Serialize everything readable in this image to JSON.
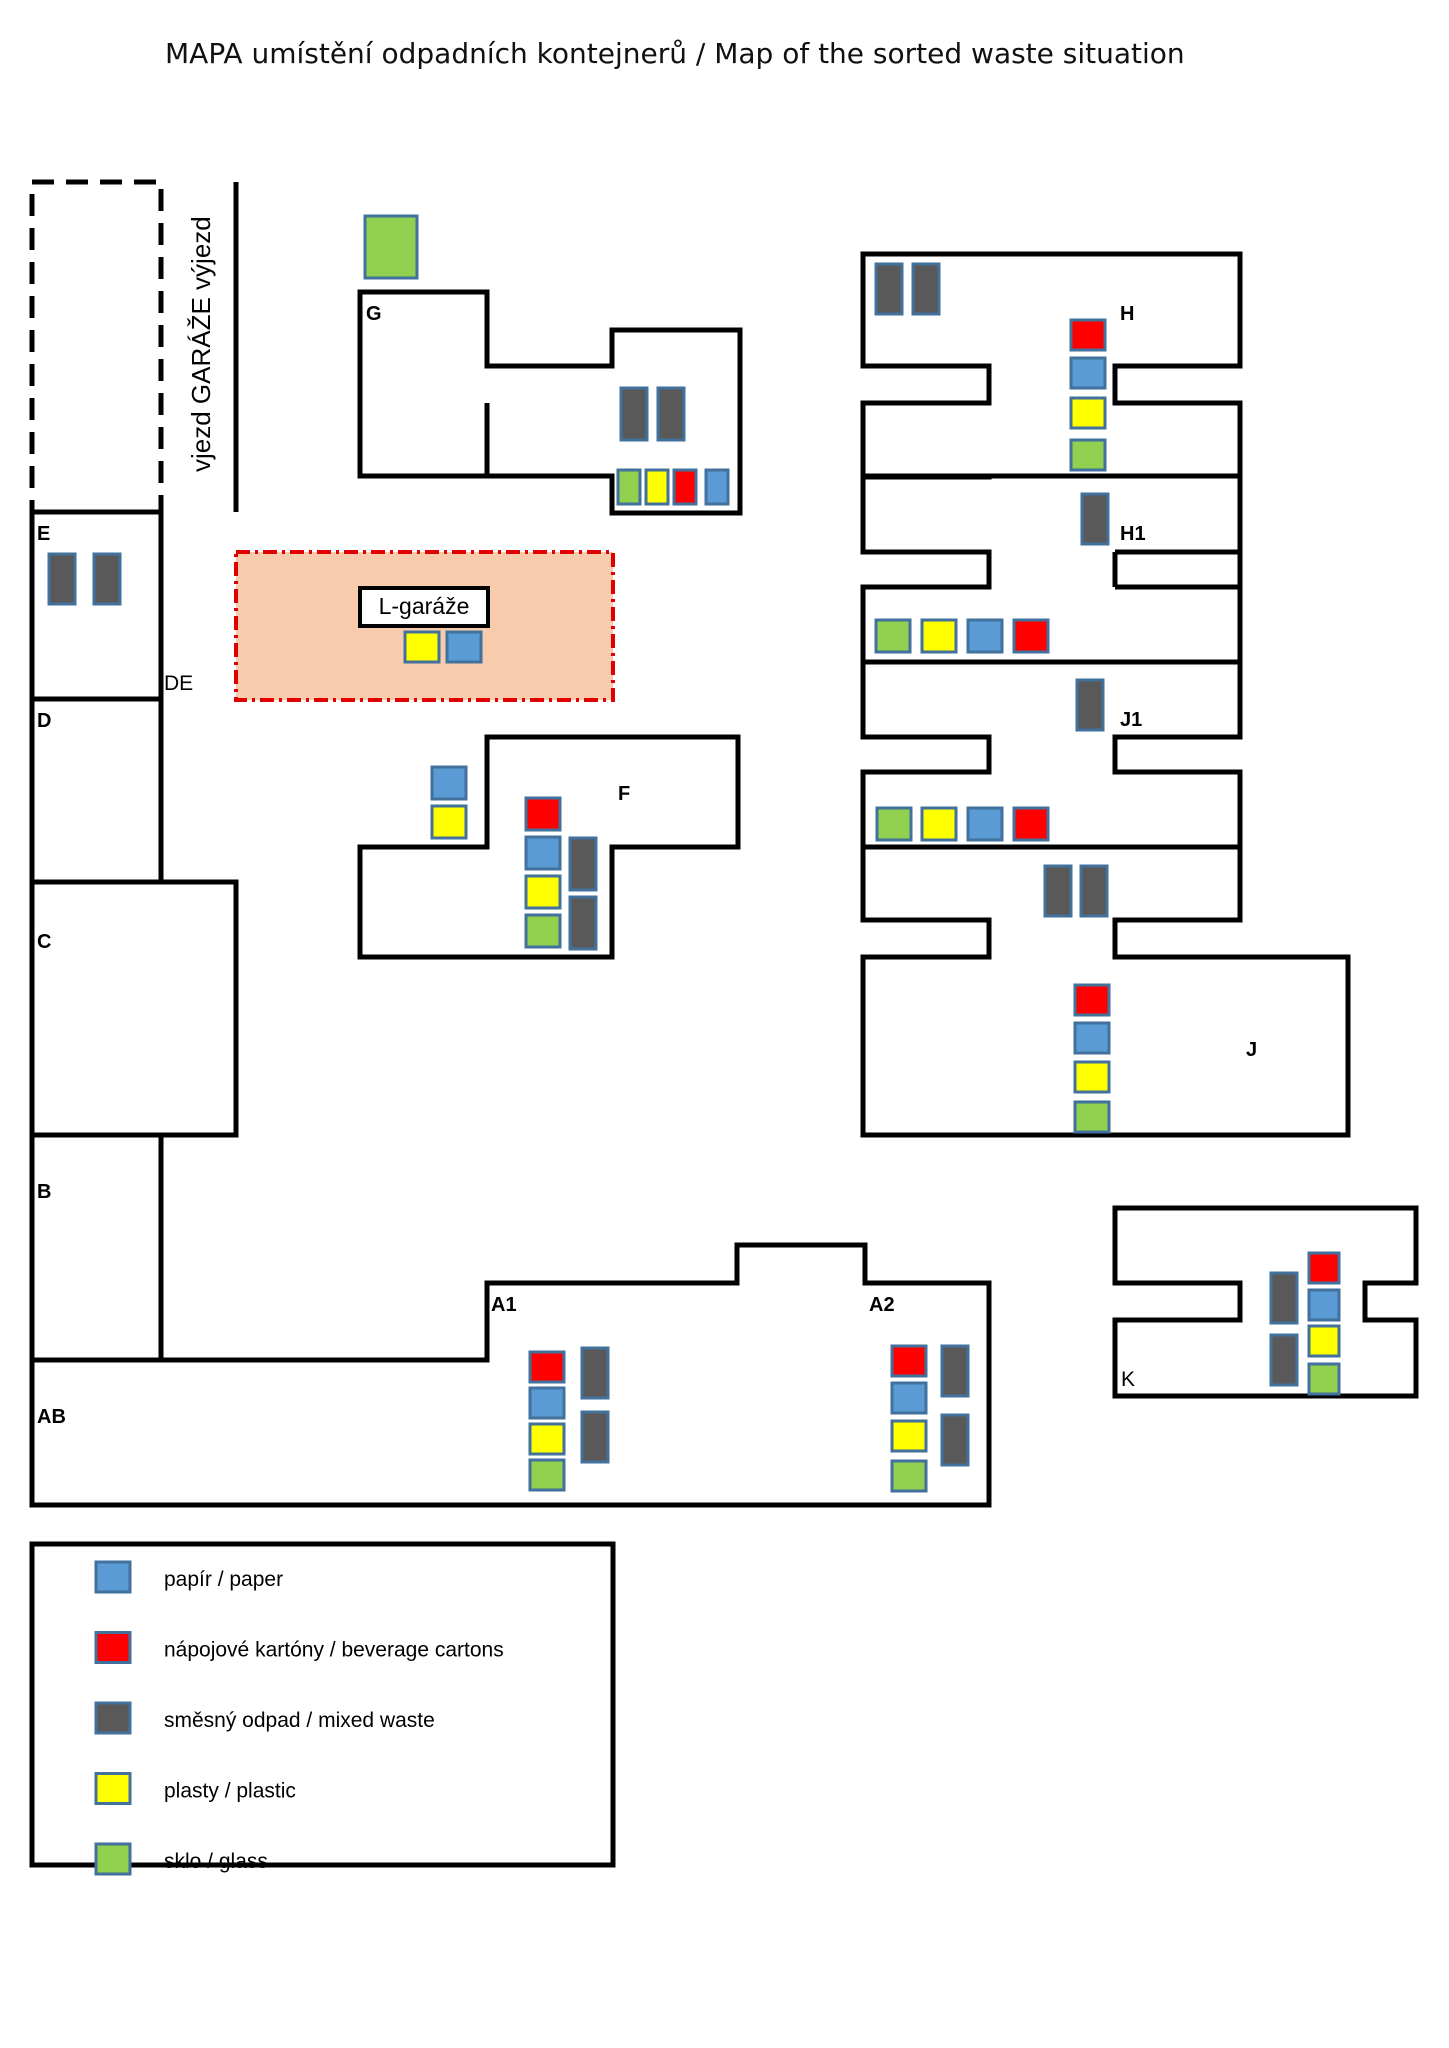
{
  "title": "MAPA umístění odpadních kontejnerů / Map of the sorted waste situation",
  "road_label": "vjezd GARÁŽE výjezd",
  "colors": {
    "paper": "#5b9bd5",
    "beverage_cartons": "#ff0000",
    "mixed_waste": "#595959",
    "plastic": "#ffff00",
    "glass": "#92d050",
    "garage_fill": "#f8cbad",
    "garage_border": "#e00000",
    "container_border": "#41719c"
  },
  "buildings": {
    "E": "E",
    "D": "D",
    "DE": "DE",
    "C": "C",
    "B": "B",
    "AB": "AB",
    "A1": "A1",
    "A2": "A2",
    "G": "G",
    "F": "F",
    "H": "H",
    "H1": "H1",
    "J1": "J1",
    "J": "J",
    "K": "K"
  },
  "garage": {
    "label": "L-garáže"
  },
  "legend": [
    {
      "key": "paper",
      "label": "papír / paper"
    },
    {
      "key": "beverage_cartons",
      "label": "nápojové kartóny / beverage cartons"
    },
    {
      "key": "mixed_waste",
      "label": "směsný odpad / mixed waste"
    },
    {
      "key": "plastic",
      "label": "plasty / plastic"
    },
    {
      "key": "glass",
      "label": "sklo / glass"
    }
  ]
}
